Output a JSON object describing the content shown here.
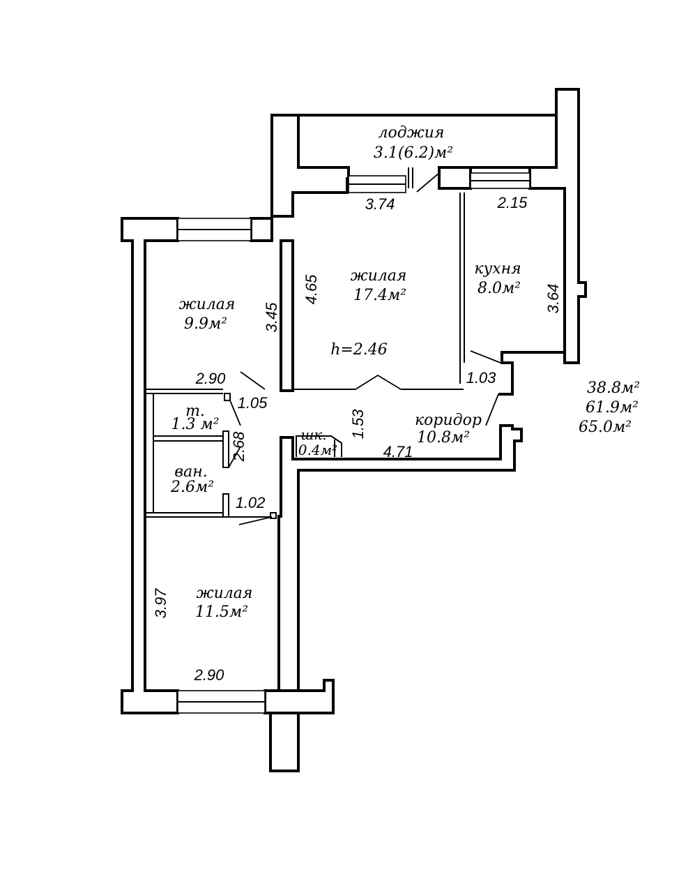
{
  "rooms": {
    "loggia": {
      "name": "лоджия",
      "area": "3.1(6.2)м²"
    },
    "living1": {
      "name": "жилая",
      "area": "17.4м²",
      "height": "h=2.46"
    },
    "kitchen": {
      "name": "кухня",
      "area": "8.0м²"
    },
    "living2": {
      "name": "жилая",
      "area": "9.9м²"
    },
    "toilet": {
      "name": "т.",
      "area": "1.3 м²"
    },
    "bath": {
      "name": "ван.",
      "area": "2.6м²"
    },
    "closet": {
      "name": "шк.",
      "area": "0.4м²"
    },
    "corridor": {
      "name": "коридор",
      "area": "10.8м²"
    },
    "living3": {
      "name": "жилая",
      "area": "11.5м²"
    }
  },
  "dimensions": {
    "d374": "3.74",
    "d215": "2.15",
    "d465": "4.65",
    "d364": "3.64",
    "d345": "3.45",
    "d290_top": "2.90",
    "d105": "1.05",
    "d103": "1.03",
    "d153": "1.53",
    "d471": "4.71",
    "d268": "2.68",
    "d102": "1.02",
    "d397": "3.97",
    "d290_bottom": "2.90"
  },
  "totals": [
    "38.8м²",
    "61.9м²",
    "65.0м²"
  ]
}
